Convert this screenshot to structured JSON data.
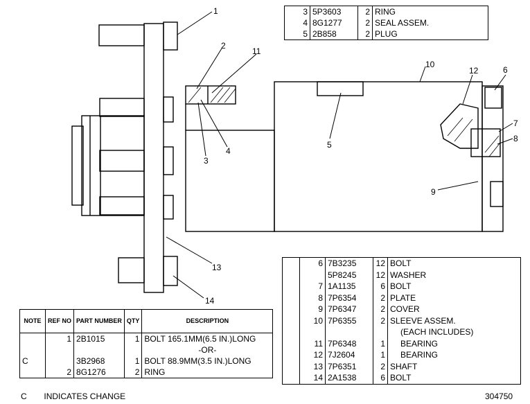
{
  "callouts": [
    "1",
    "2",
    "3",
    "4",
    "5",
    "6",
    "7",
    "8",
    "9",
    "10",
    "11",
    "12",
    "13",
    "14"
  ],
  "table_top": {
    "rows": [
      {
        "ref": "3",
        "part": "5P3603",
        "qty": "2",
        "desc": "RING"
      },
      {
        "ref": "4",
        "part": "8G1277",
        "qty": "2",
        "desc": "SEAL ASSEM."
      },
      {
        "ref": "5",
        "part": "2B858",
        "qty": "2",
        "desc": "PLUG"
      }
    ]
  },
  "table_right": {
    "rows": [
      {
        "ref": "6",
        "part": "7B3235",
        "qty": "12",
        "desc": "BOLT"
      },
      {
        "ref": "",
        "part": "5P8245",
        "qty": "12",
        "desc": "WASHER"
      },
      {
        "ref": "7",
        "part": "1A1135",
        "qty": "6",
        "desc": "BOLT"
      },
      {
        "ref": "8",
        "part": "7P6354",
        "qty": "2",
        "desc": "PLATE"
      },
      {
        "ref": "9",
        "part": "7P6347",
        "qty": "2",
        "desc": "COVER"
      },
      {
        "ref": "10",
        "part": "7P6355",
        "qty": "2",
        "desc": "SLEEVE ASSEM."
      },
      {
        "ref": "",
        "part": "",
        "qty": "",
        "desc": "(EACH INCLUDES)"
      },
      {
        "ref": "11",
        "part": "7P6348",
        "qty": "1",
        "desc": "BEARING"
      },
      {
        "ref": "12",
        "part": "7J2604",
        "qty": "1",
        "desc": "BEARING"
      },
      {
        "ref": "13",
        "part": "7P6351",
        "qty": "2",
        "desc": "SHAFT"
      },
      {
        "ref": "14",
        "part": "2A1538",
        "qty": "6",
        "desc": "BOLT"
      }
    ]
  },
  "table_main": {
    "headers": {
      "note": "NOTE",
      "ref": "REF NO",
      "part": "PART NUMBER",
      "qty": "QTY",
      "desc": "DESCRIPTION"
    },
    "rows": [
      {
        "note": "",
        "ref": "1",
        "part": "2B1015",
        "qty": "1",
        "desc": "BOLT 165.1MM(6.5 IN.)LONG"
      },
      {
        "note": "",
        "ref": "",
        "part": "",
        "qty": "",
        "desc": "-OR-"
      },
      {
        "note": "C",
        "ref": "",
        "part": "3B2968",
        "qty": "1",
        "desc": "BOLT 88.9MM(3.5 IN.)LONG"
      },
      {
        "note": "",
        "ref": "2",
        "part": "8G1276",
        "qty": "2",
        "desc": "RING"
      }
    ]
  },
  "footer": {
    "change_code": "C",
    "change_text": "INDICATES CHANGE",
    "figure_number": "304750"
  }
}
